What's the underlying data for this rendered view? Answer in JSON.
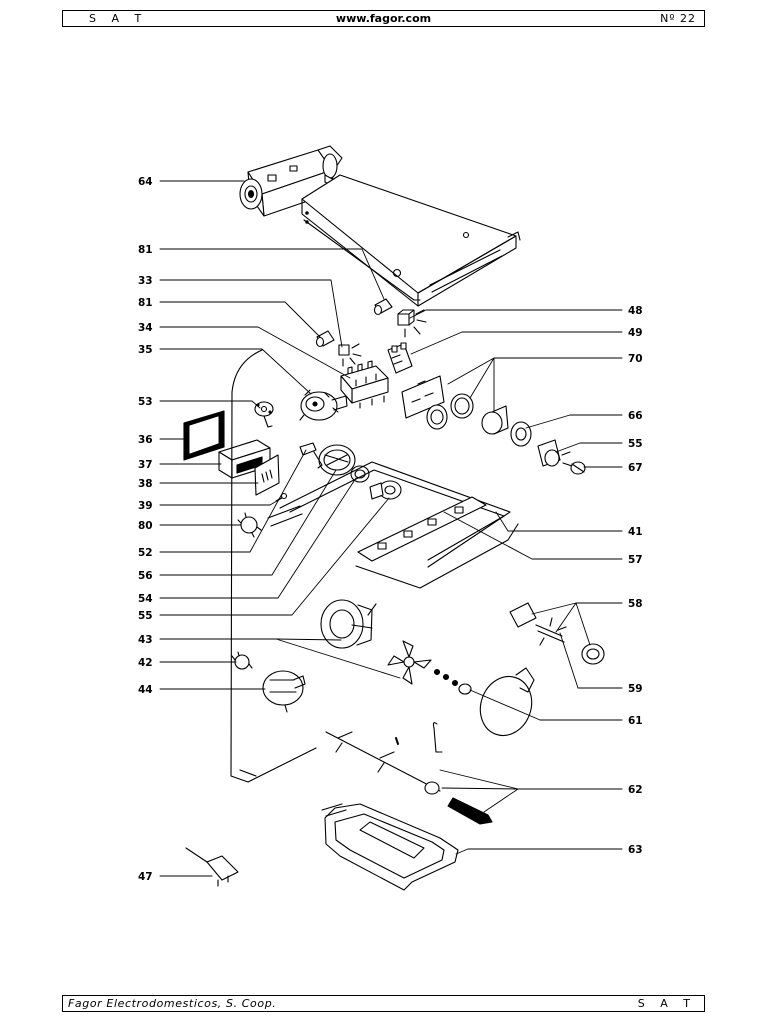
{
  "header": {
    "left": "S A T",
    "center": "www.fagor.com",
    "right": "Nº 22"
  },
  "footer": {
    "left": "Fagor Electrodomesticos, S. Coop.",
    "right": "S A T"
  },
  "callouts": {
    "c64": "64",
    "c81a": "81",
    "c33": "33",
    "c81b": "81",
    "c34": "34",
    "c35": "35",
    "c53": "53",
    "c36": "36",
    "c37": "37",
    "c38": "38",
    "c39": "39",
    "c80": "80",
    "c52": "52",
    "c56": "56",
    "c54": "54",
    "c55a": "55",
    "c43": "43",
    "c42": "42",
    "c44": "44",
    "c47": "47",
    "c48": "48",
    "c49": "49",
    "c70": "70",
    "c66": "66",
    "c55b": "55",
    "c67": "67",
    "c41": "41",
    "c57": "57",
    "c58": "58",
    "c59": "59",
    "c61": "61",
    "c62": "62",
    "c63": "63"
  }
}
